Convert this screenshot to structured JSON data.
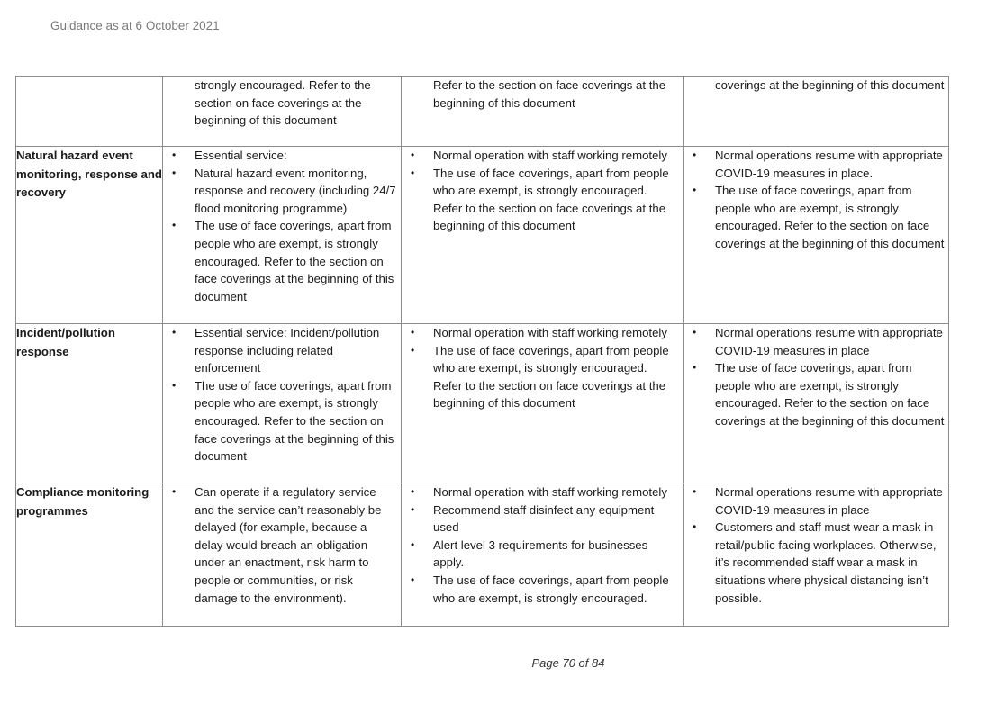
{
  "header": {
    "text": "Guidance as at 6 October 2021"
  },
  "table": {
    "rows": [
      {
        "label": "",
        "col1": {
          "continued": true,
          "items": [
            "strongly encouraged. Refer to the section on face coverings at the beginning of this document"
          ]
        },
        "col2": {
          "continued": true,
          "items": [
            "Refer to the section on face coverings at the beginning of this document"
          ]
        },
        "col3": {
          "continued": true,
          "items": [
            "coverings at the beginning of this document"
          ]
        }
      },
      {
        "label": "Natural hazard event monitoring, response and recovery",
        "col1": {
          "continued": false,
          "items": [
            "Essential service:",
            "Natural hazard event monitoring, response and recovery (including 24/7 flood monitoring programme)",
            "The use of face coverings, apart from people who are exempt, is strongly encouraged. Refer to the section on face coverings at the beginning of this document"
          ]
        },
        "col2": {
          "continued": false,
          "items": [
            "Normal operation with staff working remotely",
            "The use of face coverings, apart from people who are exempt, is strongly encouraged. Refer to the section on face coverings at the beginning of this document"
          ]
        },
        "col3": {
          "continued": false,
          "items": [
            "Normal operations resume with appropriate COVID-19 measures in place.",
            "The use of face coverings, apart from people who are exempt, is strongly encouraged. Refer to the section on face coverings at the beginning of this document"
          ]
        }
      },
      {
        "label": "Incident/pollution response",
        "col1": {
          "continued": false,
          "items": [
            "Essential service: Incident/pollution response including related enforcement",
            "The use of face coverings, apart from people who are exempt, is strongly encouraged. Refer to the section on face coverings at the beginning of this document"
          ]
        },
        "col2": {
          "continued": false,
          "items": [
            "Normal operation with staff working remotely",
            "The use of face coverings, apart from people who are exempt, is strongly encouraged. Refer to the section on face coverings at the beginning of this document"
          ]
        },
        "col3": {
          "continued": false,
          "items": [
            "Normal operations resume with appropriate COVID-19 measures in place",
            "The use of face coverings, apart from people who are exempt, is strongly encouraged. Refer to the section on face coverings at the beginning of this document"
          ]
        }
      },
      {
        "label": "Compliance monitoring programmes",
        "col1": {
          "continued": false,
          "items": [
            "Can operate if a regulatory service and the service can’t reasonably be delayed (for example, because a delay would breach an obligation under an enactment, risk harm to people or communities, or risk damage to the environment)."
          ]
        },
        "col2": {
          "continued": false,
          "items": [
            "Normal operation with staff working remotely",
            "Recommend staff disinfect any equipment used",
            "Alert level 3 requirements for businesses apply.",
            "The use of face coverings, apart from people who are exempt, is strongly encouraged."
          ]
        },
        "col3": {
          "continued": false,
          "items": [
            "Normal operations resume with appropriate COVID-19 measures in place",
            "Customers and staff must wear a mask in retail/public facing workplaces. Otherwise, it’s recommended staff wear a mask in situations where physical distancing isn’t possible."
          ]
        }
      }
    ]
  },
  "footer": {
    "text": "Page 70 of 84"
  }
}
